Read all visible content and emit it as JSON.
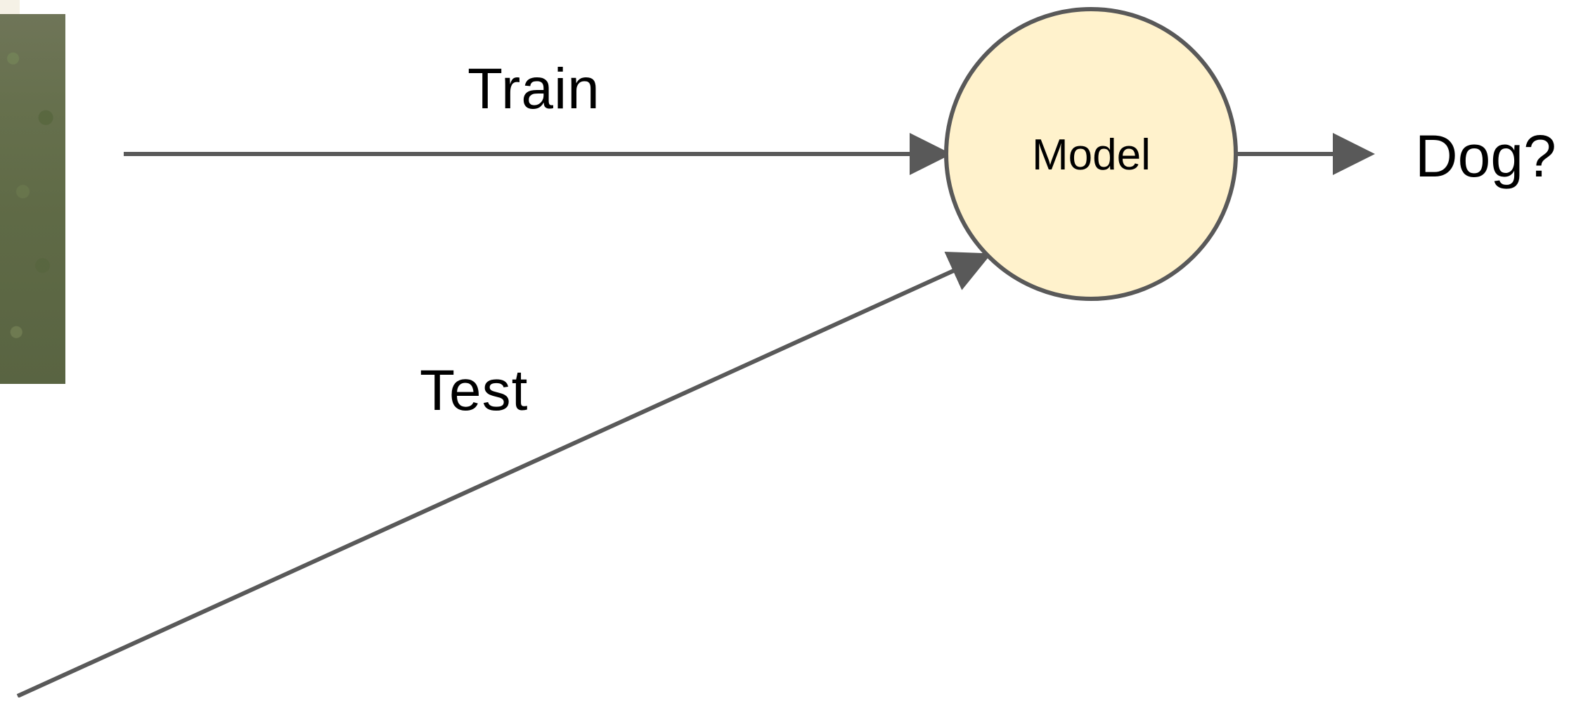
{
  "diagram": {
    "train_label": "Train",
    "test_label": "Test",
    "model_label": "Model",
    "output_label": "Dog?"
  },
  "colors": {
    "background": "#ffffff",
    "line": "#595959",
    "model_fill": "#fff2cc",
    "photo": "#66704d"
  }
}
